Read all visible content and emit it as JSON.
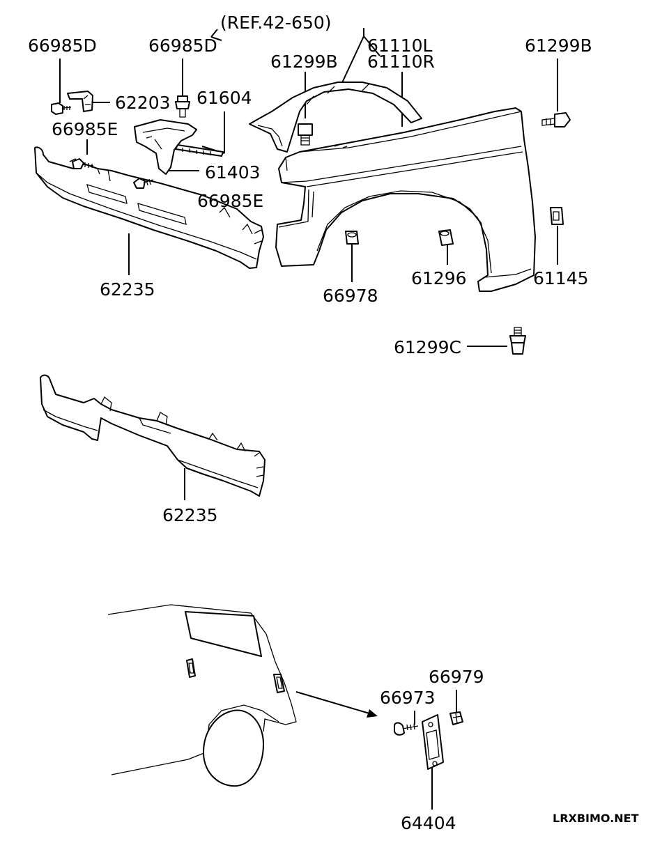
{
  "reference": "(REF.42-650)",
  "watermark": "LRXBIMO.NET",
  "parts": [
    {
      "id": "66985D"
    },
    {
      "id": "62203"
    },
    {
      "id": "66985E"
    },
    {
      "id": "61604"
    },
    {
      "id": "61403"
    },
    {
      "id": "62235"
    },
    {
      "id": "61299B"
    },
    {
      "id": "61110L"
    },
    {
      "id": "61110R"
    },
    {
      "id": "61145"
    },
    {
      "id": "66978"
    },
    {
      "id": "61296"
    },
    {
      "id": "61299C"
    },
    {
      "id": "66979"
    },
    {
      "id": "66973"
    },
    {
      "id": "64404"
    }
  ]
}
